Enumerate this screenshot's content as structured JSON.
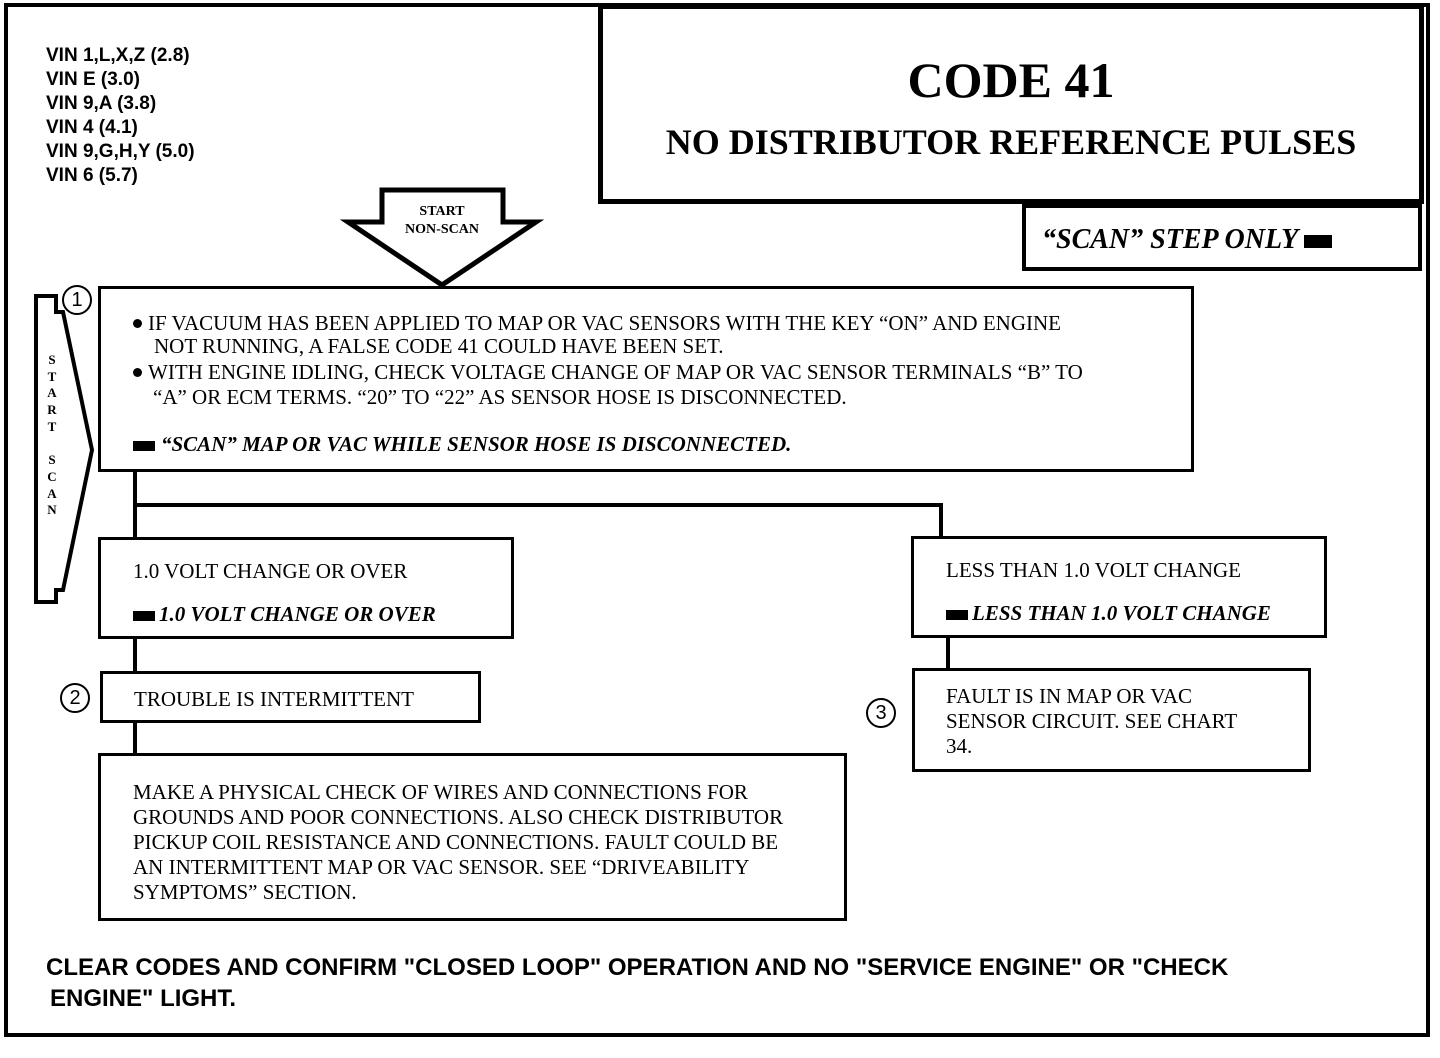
{
  "vin_list": [
    "VIN 1,L,X,Z (2.8)",
    "VIN E (3.0)",
    "VIN 9,A (3.8)",
    "VIN 4 (4.1)",
    "VIN 9,G,H,Y (5.0)",
    "VIN 6 (5.7)"
  ],
  "title": {
    "code": "CODE 41",
    "subtitle": "NO DISTRIBUTOR REFERENCE PULSES"
  },
  "scan_legend": "“SCAN” STEP ONLY",
  "start_nonscan": [
    "START",
    "NON-SCAN"
  ],
  "start_scan": [
    "S",
    "T",
    "A",
    "R",
    "T",
    "",
    "S",
    "C",
    "A",
    "N"
  ],
  "steps": {
    "step1": {
      "number": "1",
      "bullet1_line1": "IF VACUUM HAS BEEN APPLIED TO MAP OR VAC SENSORS WITH THE KEY “ON” AND ENGINE",
      "bullet1_line2": "NOT RUNNING, A FALSE CODE 41 COULD HAVE BEEN SET.",
      "bullet2_line1": "WITH ENGINE IDLING, CHECK VOLTAGE CHANGE OF MAP OR VAC SENSOR TERMINALS “B” TO",
      "bullet2_line2": "“A” OR ECM TERMS. “20” TO “22” AS SENSOR HOSE IS DISCONNECTED.",
      "scan_note": "“SCAN” MAP OR VAC WHILE SENSOR HOSE IS DISCONNECTED."
    },
    "left_result": {
      "text": "1.0 VOLT CHANGE OR OVER",
      "scan_text": "1.0 VOLT CHANGE OR OVER"
    },
    "right_result": {
      "text": "LESS THAN 1.0 VOLT CHANGE",
      "scan_text": "LESS THAN 1.0 VOLT CHANGE"
    },
    "step2": {
      "number": "2",
      "text": "TROUBLE IS INTERMITTENT"
    },
    "step3": {
      "number": "3",
      "lines": [
        "FAULT IS IN MAP OR VAC",
        "SENSOR CIRCUIT. SEE CHART",
        "34."
      ]
    },
    "step4": {
      "lines": [
        "MAKE A PHYSICAL CHECK OF WIRES AND CONNECTIONS FOR",
        "GROUNDS AND POOR CONNECTIONS. ALSO CHECK DISTRIBUTOR",
        "PICKUP COIL RESISTANCE AND CONNECTIONS. FAULT COULD BE",
        "AN INTERMITTENT MAP OR VAC SENSOR. SEE “DRIVEABILITY",
        "SYMPTOMS” SECTION."
      ]
    }
  },
  "footer": [
    "CLEAR CODES AND CONFIRM \"CLOSED LOOP\" OPERATION AND NO \"SERVICE ENGINE\" OR \"CHECK",
    "ENGINE\" LIGHT."
  ]
}
